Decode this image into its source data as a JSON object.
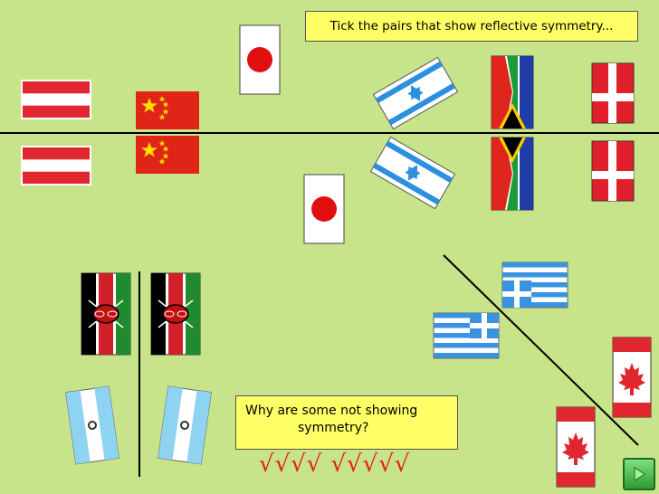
{
  "prompt": "Tick the pairs that show reflective symmetry...",
  "question_line1": "Why are some not showing",
  "question_line2": "symmetry?",
  "ticks": "√√√√ √√√√√",
  "colors": {
    "background": "#c8e48a",
    "textbox": "#ffff66",
    "tick": "#e02020"
  },
  "icons": {
    "next": "next-slide-icon"
  }
}
